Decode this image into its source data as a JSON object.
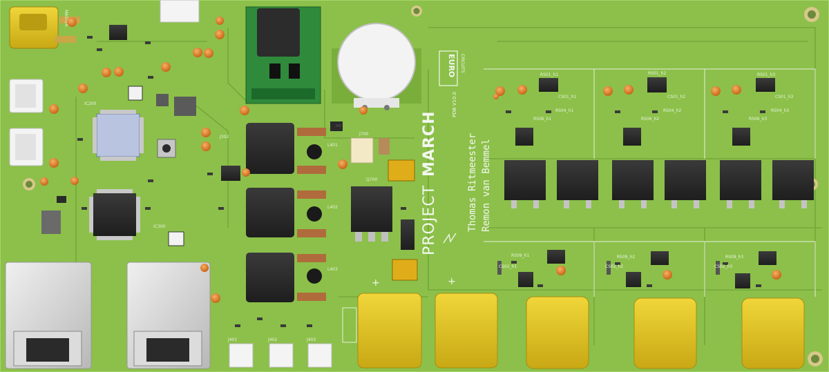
{
  "board": {
    "project_prefix": "PROJECT",
    "project_name": "MARCH",
    "board_code": "PDB V10.0",
    "author_1": "Thomas Ritmeester",
    "author_2": "Remon van Bemmel",
    "logo_line_1": "EURO",
    "logo_line_2": "CIRCUITS",
    "connector_label": "MASTER",
    "plus_sign": "+"
  },
  "colors": {
    "board": "#8bbf48",
    "board_edge": "#7aae3a",
    "ic": "#2b2b2b",
    "xt_connector": "#dcc21c",
    "led": "#e07a1c",
    "copper": "#c9b37a",
    "shield": "#d7d7d7",
    "module": "#2f8a3c"
  },
  "silkscreen": {
    "rfs_labels": [
      "RS01_h1",
      "RS01_h2",
      "RS01_h3",
      "RS04_h1",
      "RS04_h2",
      "RS04_h3",
      "RS09_h1",
      "RS09_h2",
      "RS09_h3",
      "RS06_h1",
      "RS06_h2",
      "RS06_h3"
    ],
    "cs_labels": [
      "CS01_h1",
      "CS01_h2",
      "CS01_h3",
      "CS02_h1",
      "CS02_h2",
      "CS02_h3"
    ],
    "mcu_labels": [
      "IC200",
      "IC300",
      "J302",
      "J401",
      "J402",
      "J403",
      "L401",
      "L402",
      "L403",
      "Q700",
      "J700"
    ]
  }
}
